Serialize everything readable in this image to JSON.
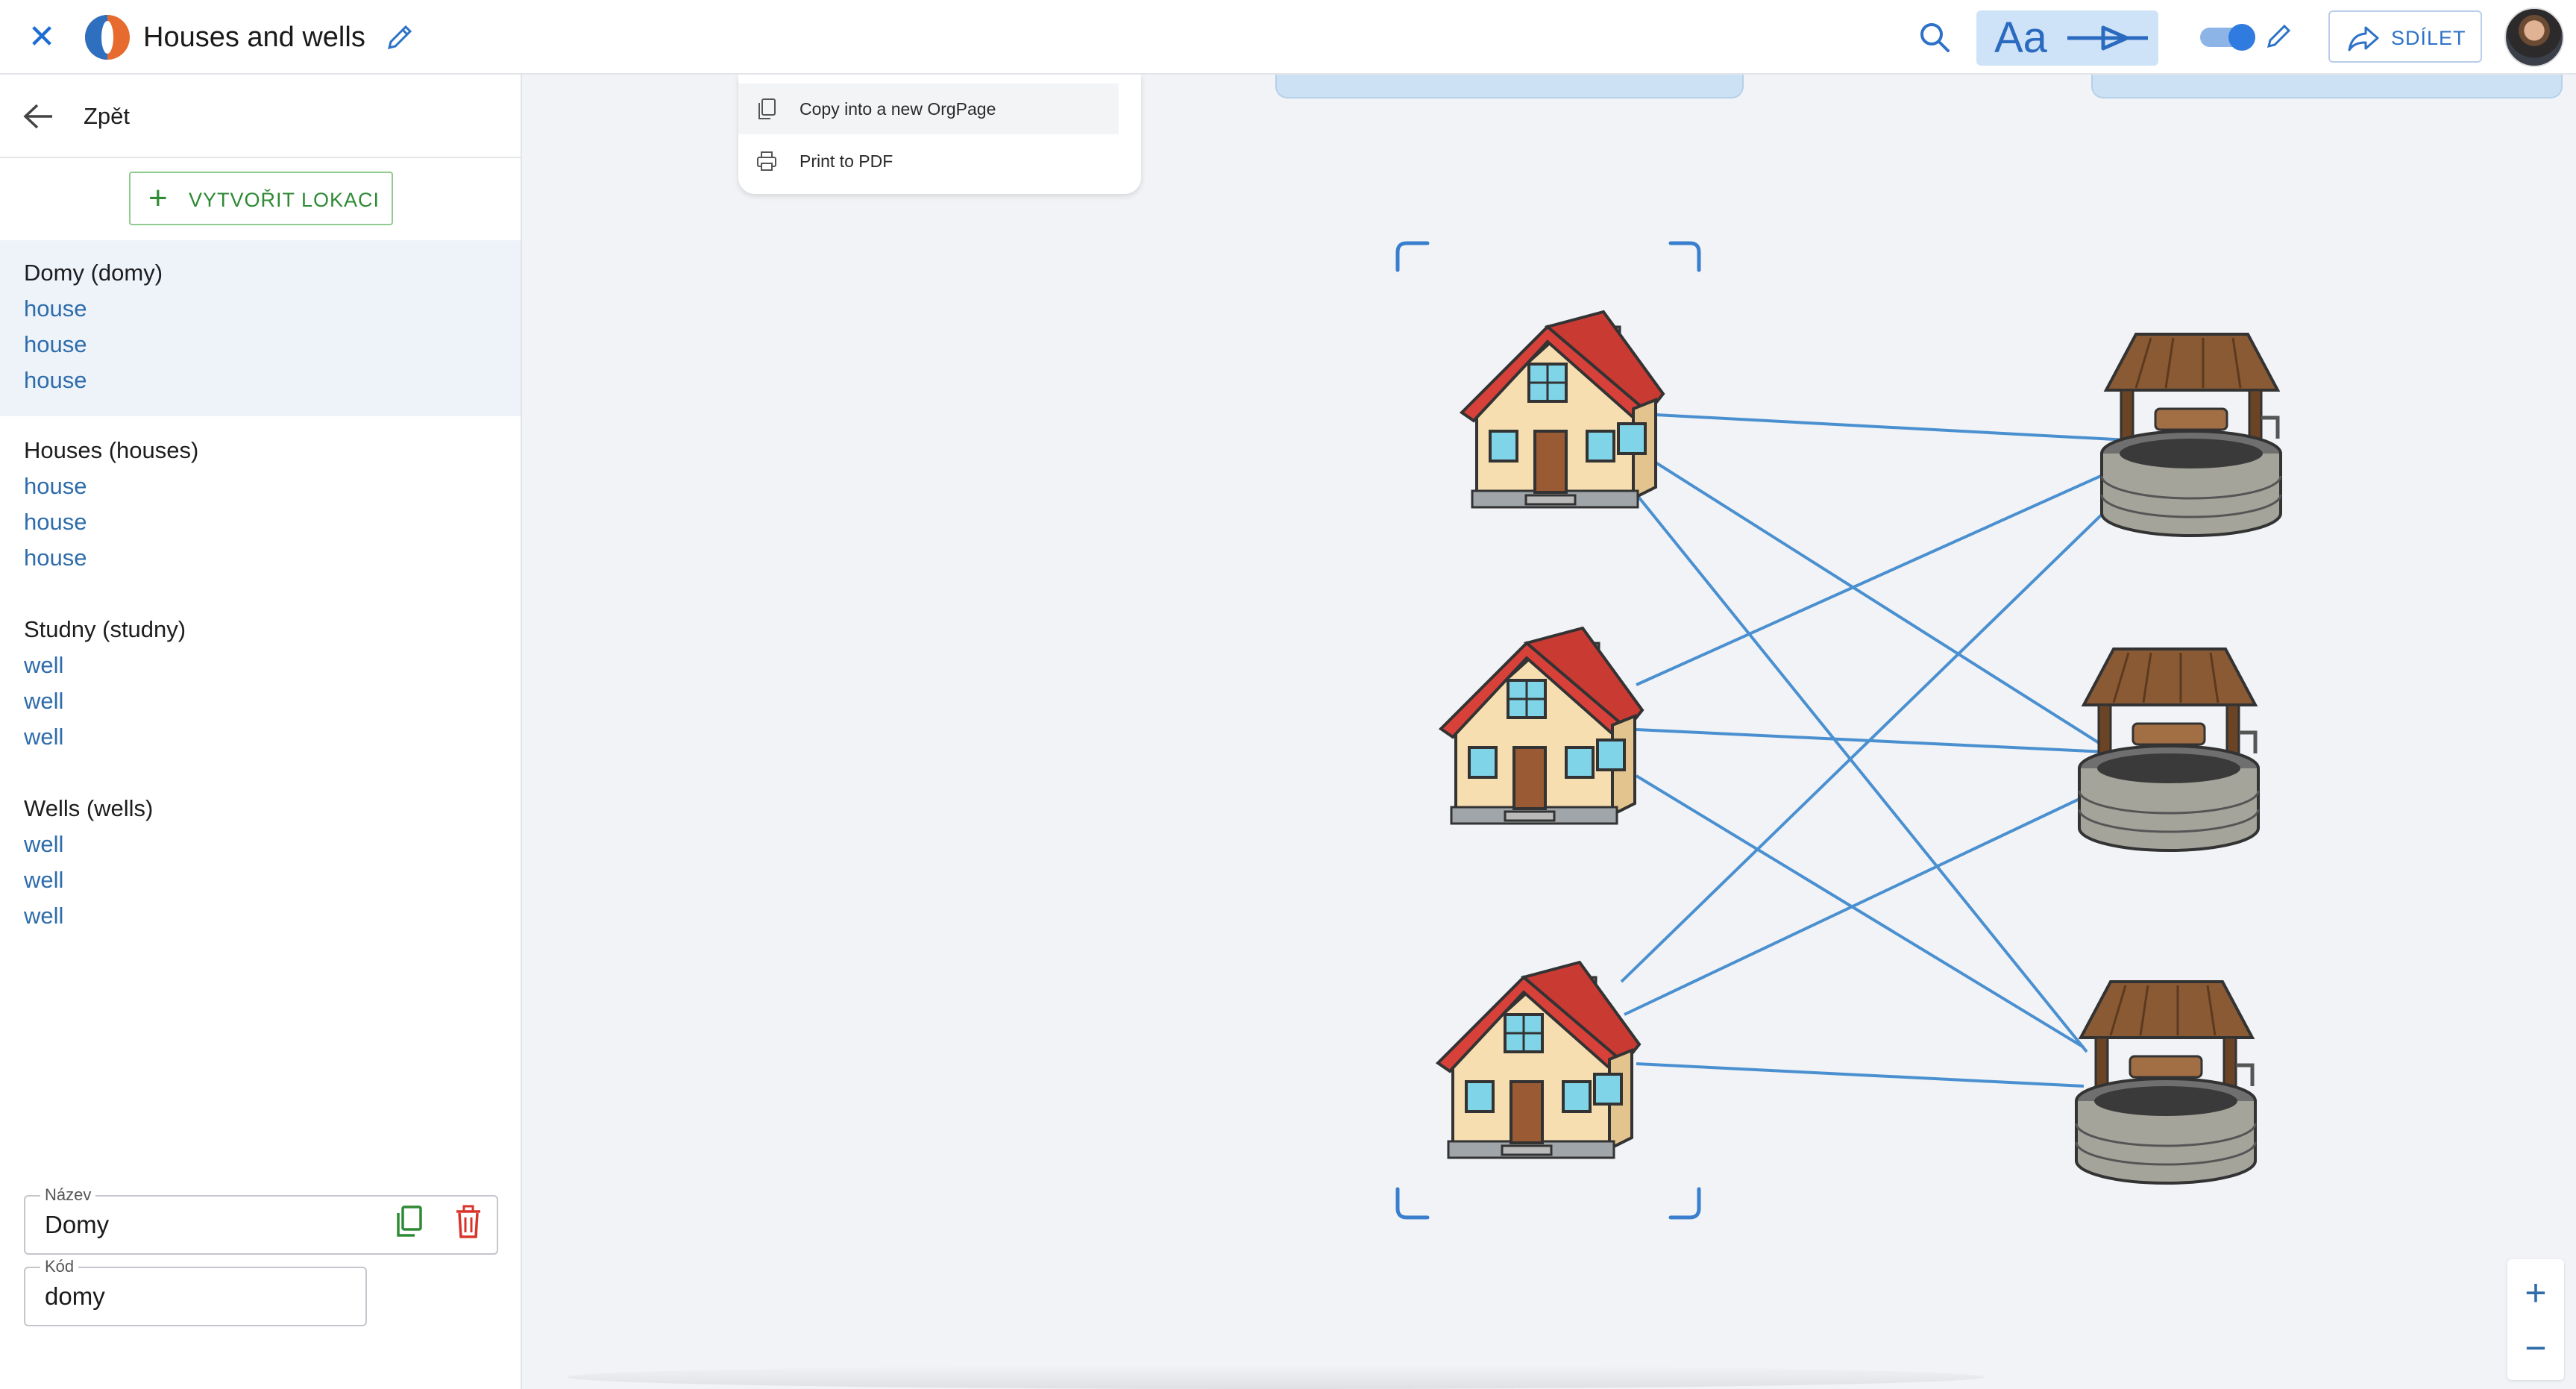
{
  "header": {
    "title": "Houses and wells",
    "font_toggle_label": "Aa",
    "share_label": "SDÍLET"
  },
  "sidebar": {
    "back_label": "Zpět",
    "create_label": "VYTVOŘIT LOKACI",
    "groups": [
      {
        "title": "Domy (domy)",
        "items": [
          "house",
          "house",
          "house"
        ],
        "selected": true
      },
      {
        "title": "Houses (houses)",
        "items": [
          "house",
          "house",
          "house"
        ],
        "selected": false
      },
      {
        "title": "Studny (studny)",
        "items": [
          "well",
          "well",
          "well"
        ],
        "selected": false
      },
      {
        "title": "Wells (wells)",
        "items": [
          "well",
          "well",
          "well"
        ],
        "selected": false
      }
    ],
    "name_field": {
      "label": "Název",
      "value": "Domy"
    },
    "code_field": {
      "label": "Kód",
      "value": "domy"
    }
  },
  "context_menu": {
    "items": [
      "Copy into a new OrgPage",
      "Print to PDF"
    ]
  },
  "zoom": {
    "in_label": "+",
    "out_label": "−"
  },
  "colors": {
    "accent": "#2f7be0",
    "link": "#2e6cab",
    "create": "#2e8a35",
    "delete": "#d9342b",
    "connector": "#4a90d0"
  },
  "icons": [
    "close-icon",
    "logo-icon",
    "edit-pencil-icon",
    "search-icon",
    "arrow-icon",
    "share-icon",
    "back-arrow-icon",
    "plus-icon",
    "copy-icon",
    "trash-icon",
    "print-icon"
  ]
}
